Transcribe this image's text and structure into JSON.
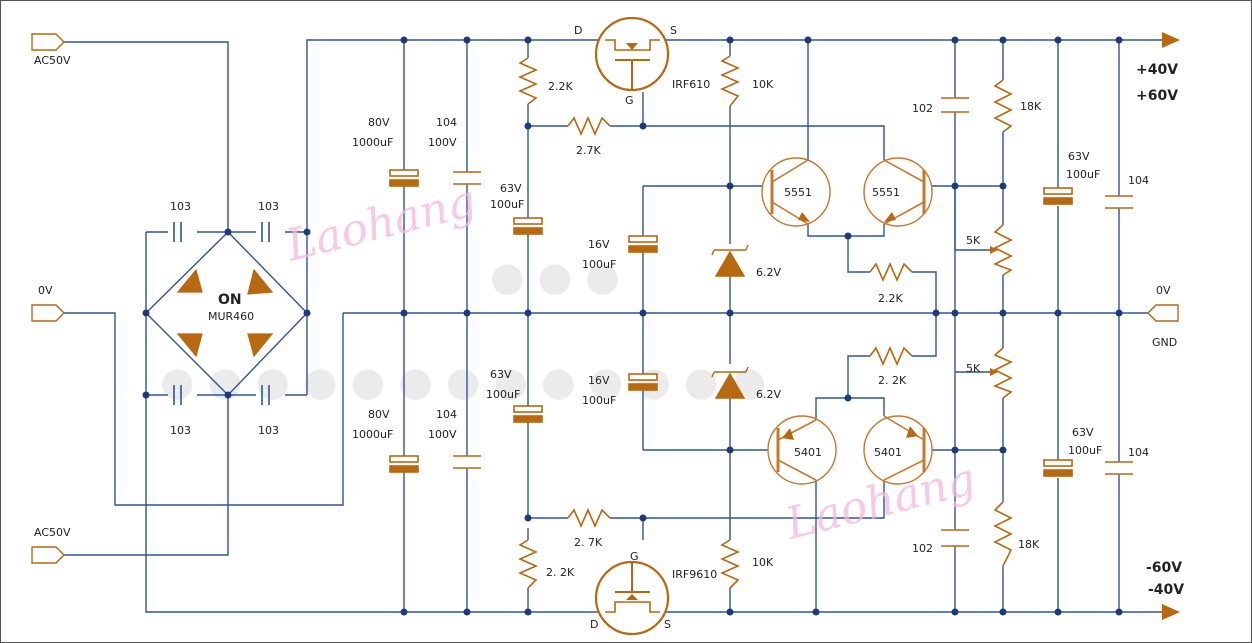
{
  "colors": {
    "wire": "#2f5597",
    "component": "#b8680f",
    "node": "#1e3a7a",
    "transistor_outline": "#c8782a",
    "watermark": "#f6b8dc"
  },
  "inputs": {
    "ac_top": "AC50V",
    "zero": "0V",
    "ac_bottom": "AC50V"
  },
  "bridge": {
    "label": "ON",
    "part": "MUR460",
    "caps": [
      "103",
      "103",
      "103",
      "103"
    ]
  },
  "filter_caps": {
    "top_left_voltage": "80V",
    "top_left_value": "1000uF",
    "top_104": "104",
    "top_104_voltage": "100V",
    "bottom_left_voltage": "80V",
    "bottom_left_value": "1000uF",
    "bottom_104": "104",
    "bottom_104_voltage": "100V"
  },
  "regulator_top": {
    "r_bias": "2.2K",
    "r_gate": "2.7K",
    "cap_voltage": "63V",
    "cap_value": "100uF",
    "mosfet": "IRF610",
    "pin_d": "D",
    "pin_s": "S",
    "pin_g": "G",
    "r_drain": "10K"
  },
  "regulator_bottom": {
    "r_bias": "2. 2K",
    "r_gate": "2. 7K",
    "cap_voltage": "63V",
    "cap_value": "100uF",
    "mosfet": "IRF9610",
    "pin_d": "D",
    "pin_s": "S",
    "pin_g": "G",
    "r_drain": "10K"
  },
  "reference": {
    "cap_top_voltage": "16V",
    "cap_top_value": "100uF",
    "cap_bottom_voltage": "16V",
    "cap_bottom_value": "100uF",
    "zener_top": "6.2V",
    "zener_bottom": "6.2V"
  },
  "transistors": {
    "npn_left": "5551",
    "npn_right": "5551",
    "pnp_left": "5401",
    "pnp_right": "5401",
    "r_top": "2.2K",
    "r_bottom": "2. 2K"
  },
  "output_network": {
    "cap_top": "102",
    "r_top": "18K",
    "pot_top": "5K",
    "pot_bottom": "5K",
    "r_bottom": "18K",
    "cap_bottom": "102",
    "elec_top_voltage": "63V",
    "elec_top_value": "100uF",
    "elec_bottom_voltage": "63V",
    "elec_bottom_value": "100uF",
    "cer_top": "104",
    "cer_bottom": "104"
  },
  "outputs": {
    "pos_1": "+40V",
    "pos_2": "+60V",
    "zero": "0V",
    "gnd": "GND",
    "neg_1": "-60V",
    "neg_2": "-40V"
  },
  "watermark": {
    "text_1": "Laohang",
    "text_2": "Laohang"
  }
}
